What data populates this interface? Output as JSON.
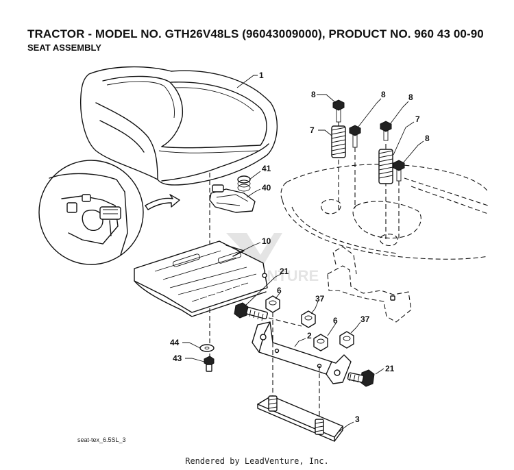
{
  "title": "TRACTOR - MODEL NO. GTH26V48LS (96043009000), PRODUCT NO. 960 43 00-90",
  "subtitle": "SEAT ASSEMBLY",
  "drawing_code": "seat-tex_6.5SL_3",
  "credit": "Rendered by LeadVenture, Inc.",
  "watermark": "VENTURE",
  "callouts": {
    "seat": "1",
    "bracket": "2",
    "rail": "3",
    "spring_left": "7",
    "spring_right": "7",
    "bolt_a": "8",
    "bolt_b": "8",
    "bolt_c": "8",
    "bolt_d": "8",
    "seat_pan": "10",
    "bolt_left": "21",
    "bolt_right": "21",
    "switch": "40",
    "spring_small": "41",
    "screw": "43",
    "washer": "44",
    "nut_a": "6",
    "nut_b": "6",
    "locknut_a": "37",
    "locknut_b": "37"
  }
}
